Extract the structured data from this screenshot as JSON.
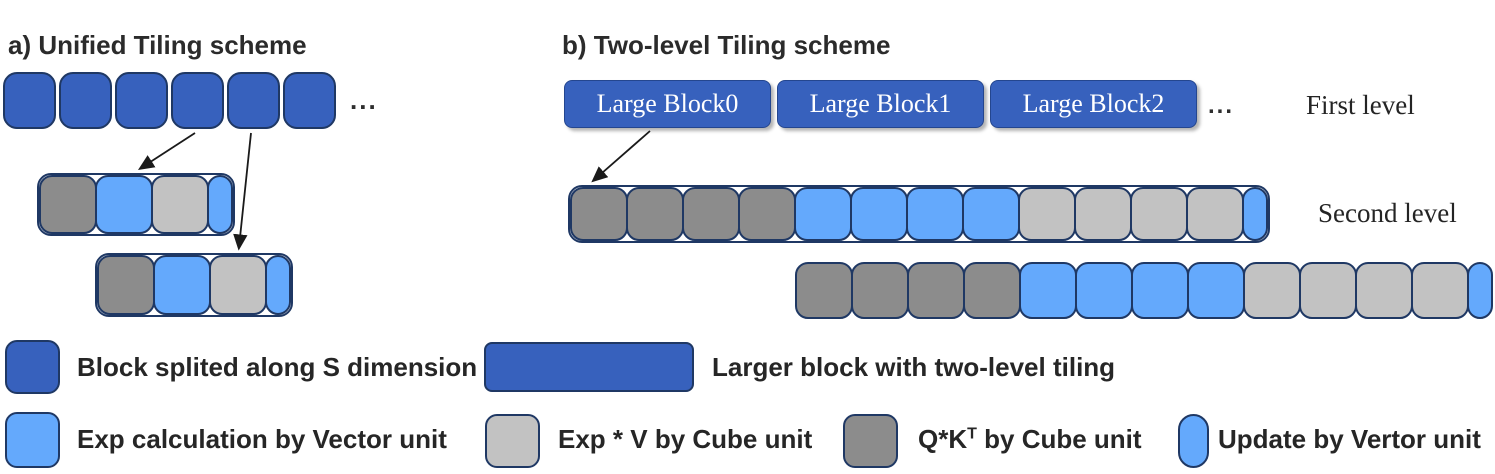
{
  "colors": {
    "dark-blue": "#3761bd",
    "light-blue": "#64a9fc",
    "gray": "#8c8c8c",
    "light-gray": "#c2c2c2",
    "navy-border": "#1f3864"
  },
  "panel_a": {
    "title": "a) Unified Tiling scheme",
    "ellipsis": "...",
    "top_row": [
      "dark",
      "dark",
      "dark",
      "dark",
      "dark",
      "dark"
    ],
    "sub_row_1": [
      "gray",
      "blue",
      "lgray",
      "nblue"
    ],
    "sub_row_2": [
      "gray",
      "blue",
      "lgray",
      "nblue"
    ]
  },
  "panel_b": {
    "title": "b) Two-level Tiling scheme",
    "ellipsis": "...",
    "large_blocks": [
      "Large Block0",
      "Large Block1",
      "Large Block2"
    ],
    "first_level_label": "First level",
    "second_level_label": "Second level",
    "second_level_row": [
      "gray",
      "gray",
      "gray",
      "gray",
      "blue",
      "blue",
      "blue",
      "blue",
      "lgray",
      "lgray",
      "lgray",
      "lgray",
      "nblue"
    ],
    "offset_row": [
      "gray",
      "gray",
      "gray",
      "gray",
      "blue",
      "blue",
      "blue",
      "blue",
      "lgray",
      "lgray",
      "lgray",
      "lgray",
      "nblue"
    ]
  },
  "legend": {
    "block_splited": "Block splited along S dimension",
    "larger_block": "Larger block with two-level tiling",
    "exp_calculation": "Exp calculation by Vector unit",
    "exp_v": "Exp * V by Cube unit",
    "qk_pre": "Q*K",
    "qk_sup": "T",
    "qk_post": " by Cube unit",
    "update": "Update by Vertor unit"
  }
}
